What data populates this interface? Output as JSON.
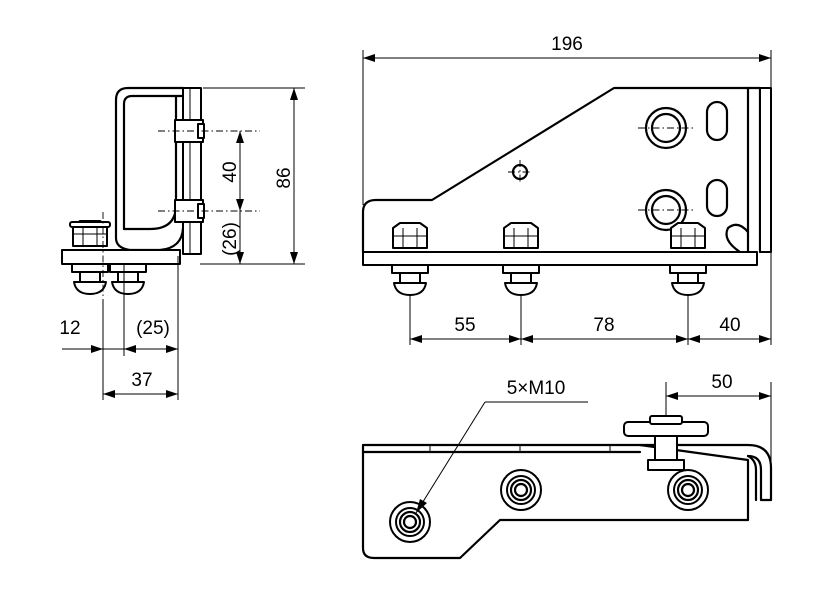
{
  "dimensions": {
    "side_height": "86",
    "side_bolt_spacing": "40",
    "side_plate_offset": "(26)",
    "side_offset_12": "12",
    "side_offset_25": "(25)",
    "side_total_37": "37",
    "front_total_width": "196",
    "front_pitch_1": "55",
    "front_pitch_2": "78",
    "front_end_40": "40",
    "top_offset_50": "50"
  },
  "callouts": {
    "bolt_spec": "5×M10"
  }
}
